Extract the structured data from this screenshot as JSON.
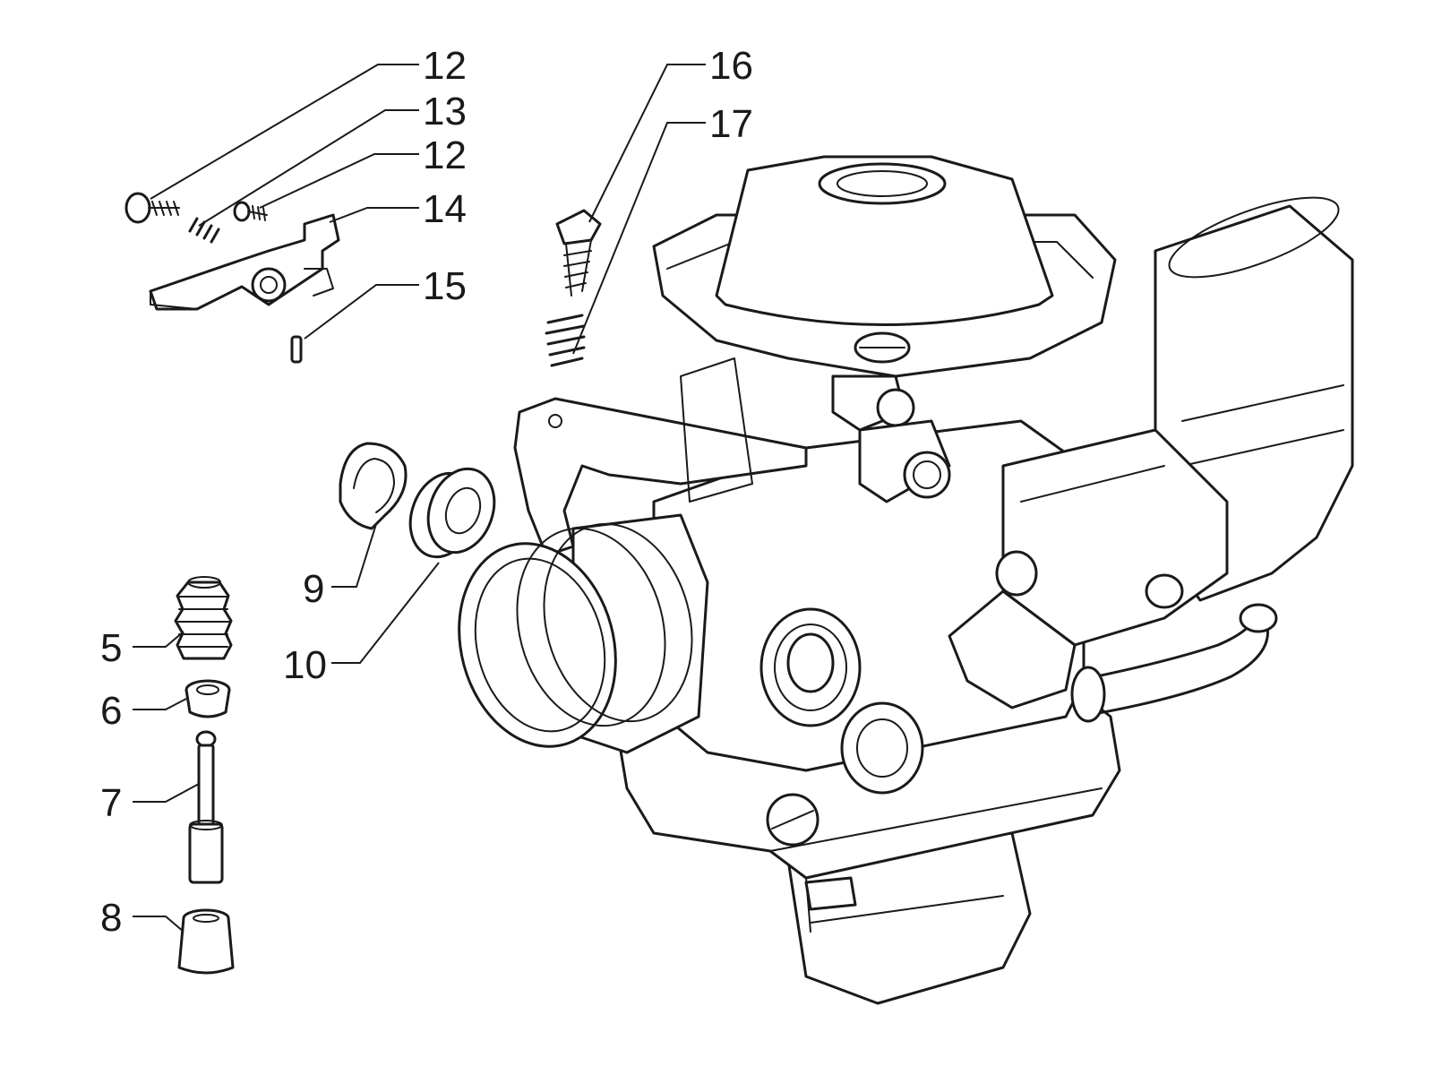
{
  "diagram": {
    "callouts": [
      {
        "id": "c12a",
        "label": "12"
      },
      {
        "id": "c13",
        "label": "13"
      },
      {
        "id": "c12b",
        "label": "12"
      },
      {
        "id": "c14",
        "label": "14"
      },
      {
        "id": "c15",
        "label": "15"
      },
      {
        "id": "c16",
        "label": "16"
      },
      {
        "id": "c17",
        "label": "17"
      },
      {
        "id": "c9",
        "label": "9"
      },
      {
        "id": "c10",
        "label": "10"
      },
      {
        "id": "c5",
        "label": "5"
      },
      {
        "id": "c6",
        "label": "6"
      },
      {
        "id": "c7",
        "label": "7"
      },
      {
        "id": "c8",
        "label": "8"
      }
    ],
    "colors": {
      "ink": "#1a1a1a",
      "background": "#ffffff"
    }
  }
}
